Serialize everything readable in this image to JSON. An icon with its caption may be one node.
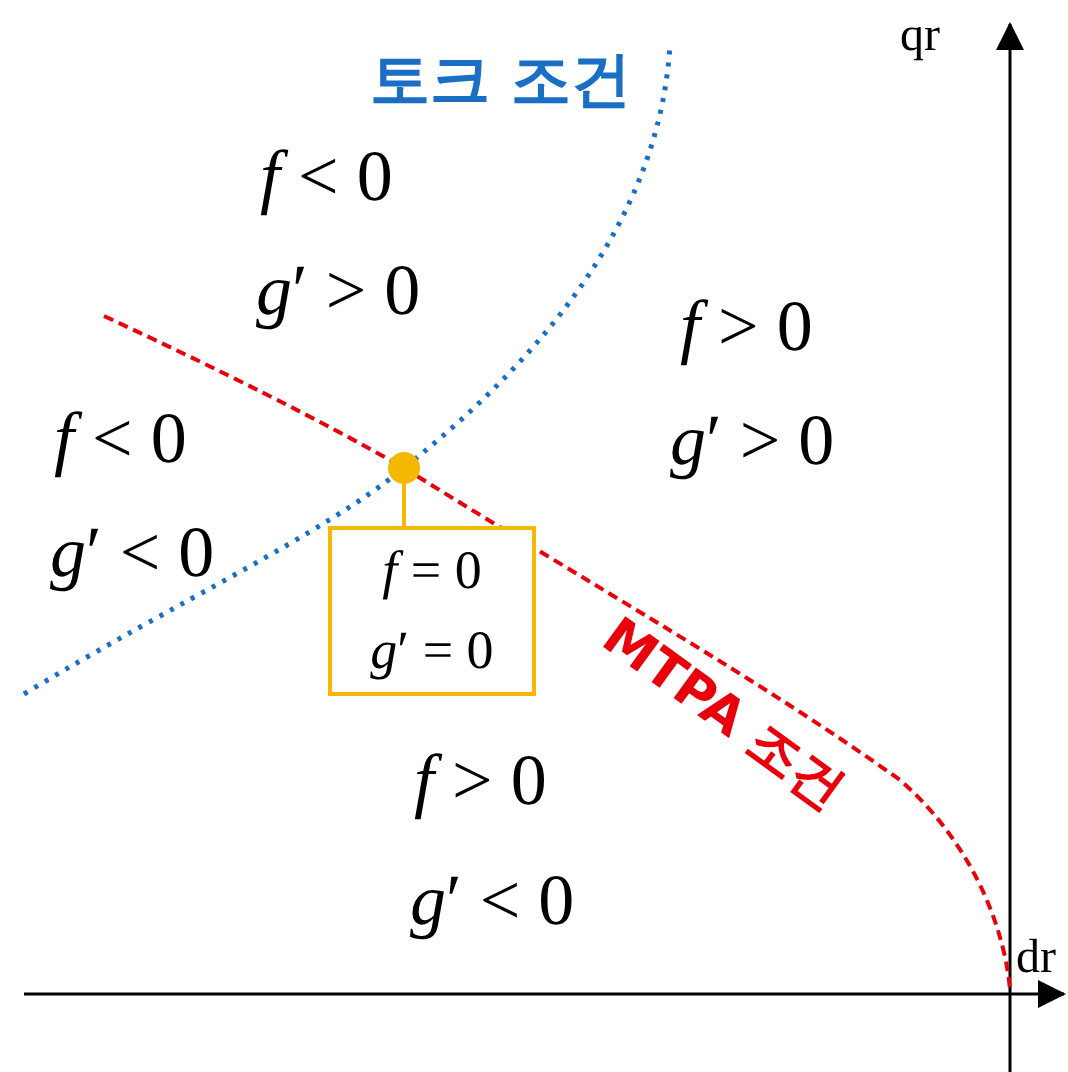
{
  "diagram": {
    "nodes": [
      {
        "text": [],
        "shape": "circle"
      },
      {
        "text": [
          "*f* = 0",
          "*g*′ = 0"
        ]
      }
    ],
    "edges": [
      {
        "from": 0,
        "to": 1,
        "arrow": "none"
      }
    ],
    "labels": [
      "토크 조건",
      "qr",
      "*f* < 0",
      "*g*′ > 0",
      "*f* > 0",
      "*g*′ > 0",
      "*f* < 0",
      "*g*′ < 0",
      "MTPA 조건",
      "*f* > 0",
      "*g*′ < 0",
      "dr"
    ]
  }
}
